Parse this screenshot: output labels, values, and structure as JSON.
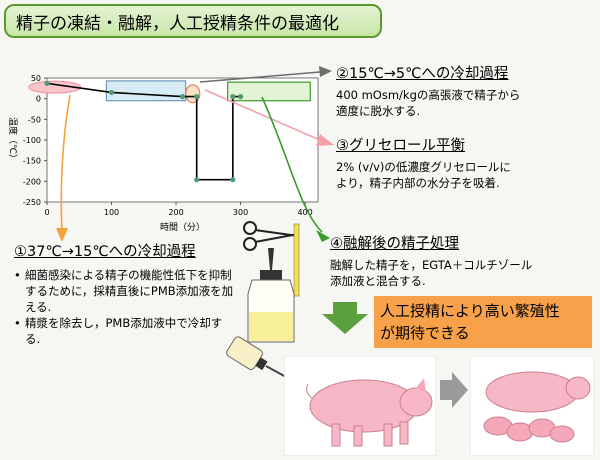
{
  "title": "精子の凍結・融解，人工授精条件の最適化",
  "chart_data": {
    "type": "line",
    "x_label": "時間（分）",
    "y_label": "温度（℃）",
    "x_ticks": [
      0,
      100,
      200,
      300,
      400
    ],
    "y_ticks": [
      50,
      0,
      -50,
      -100,
      -150,
      -200,
      -250
    ],
    "xlim": [
      0,
      420
    ],
    "ylim": [
      -250,
      50
    ],
    "series": [
      {
        "x": [
          0,
          100,
          210,
          232,
          232,
          288,
          288,
          300
        ],
        "y": [
          37,
          15,
          5,
          5,
          -196,
          -196,
          5,
          5
        ]
      }
    ]
  },
  "section2": {
    "heading": "②15℃→5℃への冷却過程",
    "lines": [
      "400 mOsm/kgの高張液で精子から",
      "適度に脱水する."
    ]
  },
  "section3": {
    "heading": "③グリセロール平衡",
    "lines": [
      "2% (v/v)の低濃度グリセロールに",
      "より，精子内部の水分子を吸着."
    ]
  },
  "section4": {
    "heading": "④融解後の精子処理",
    "lines": [
      "融解した精子を，EGTA＋コルチゾール",
      "添加液と混合する."
    ]
  },
  "section1": {
    "heading": "①37℃→15℃への冷却過程",
    "bullets": [
      "細菌感染による精子の機能性低下を抑制するために，採精直後にPMB添加液を加える.",
      "精漿を除去し，PMB添加液中で冷却する."
    ]
  },
  "result": {
    "lines": [
      "人工授精により高い繁殖性",
      "が期待できる"
    ]
  },
  "colors": {
    "title_bg": "#c8e6a8",
    "title_border": "#5a9a2c",
    "result_bg": "#f7a24a",
    "arrow_green": "#5aa03c",
    "line_orange": "#f4a23a",
    "line_pink": "#f3a0a8",
    "line_gray": "#6e6e6e"
  }
}
